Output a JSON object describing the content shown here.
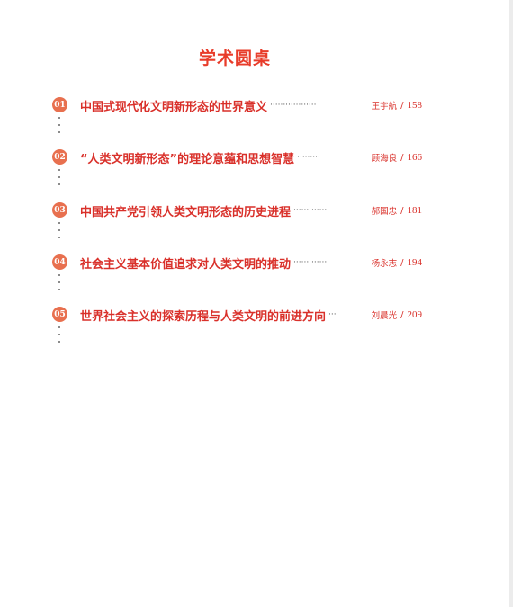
{
  "section_title": "学术圆桌",
  "items": [
    {
      "num": "01",
      "title": "中国式现代化文明新形态的世界意义",
      "leader": "··················",
      "author": "王宇航",
      "page": "158"
    },
    {
      "num": "02",
      "title": "“人类文明新形态”的理论意蕴和思想智慧",
      "leader": "·········",
      "author": "顾海良",
      "page": "166"
    },
    {
      "num": "03",
      "title": "中国共产党引领人类文明形态的历史进程",
      "leader": "·············",
      "author": "郝国忠",
      "page": "181"
    },
    {
      "num": "04",
      "title": "社会主义基本价值追求对人类文明的推动",
      "leader": "·············",
      "author": "杨永志",
      "page": "194"
    },
    {
      "num": "05",
      "title": "世界社会主义的探索历程与人类文明的前进方向",
      "leader": "···",
      "author": "刘晨光",
      "page": "209"
    }
  ],
  "separator": "/"
}
